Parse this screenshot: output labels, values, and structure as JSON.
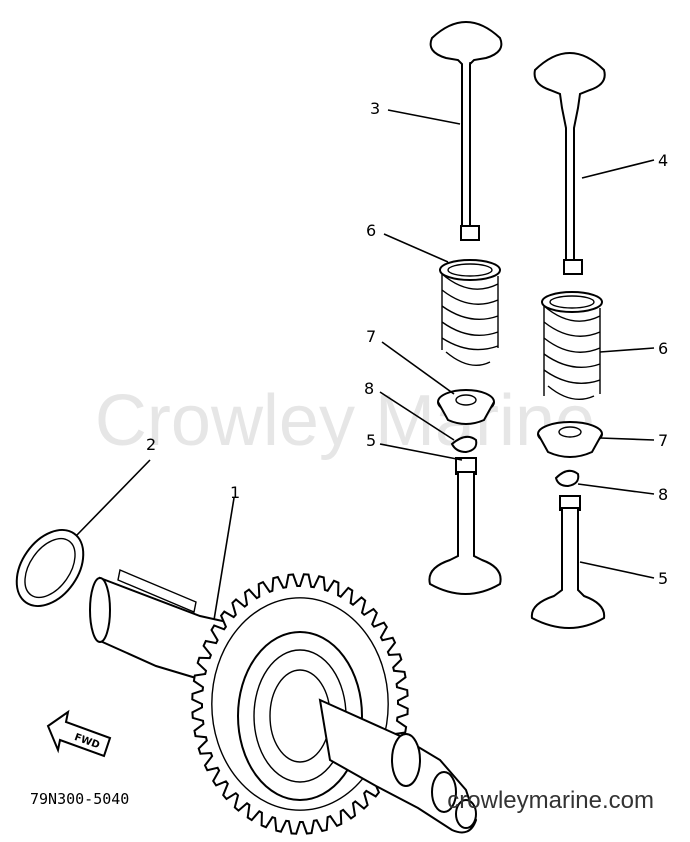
{
  "watermark": "Crowley Marine",
  "footer_url": "crowleymarine.com",
  "diagram_code": "79N300-5040",
  "fwd_label": "FWD",
  "callouts": {
    "c1": "1",
    "c2": "2",
    "c3": "3",
    "c4": "4",
    "c5a": "5",
    "c5b": "5",
    "c6a": "6",
    "c6b": "6",
    "c7a": "7",
    "c7b": "7",
    "c8a": "8",
    "c8b": "8"
  }
}
